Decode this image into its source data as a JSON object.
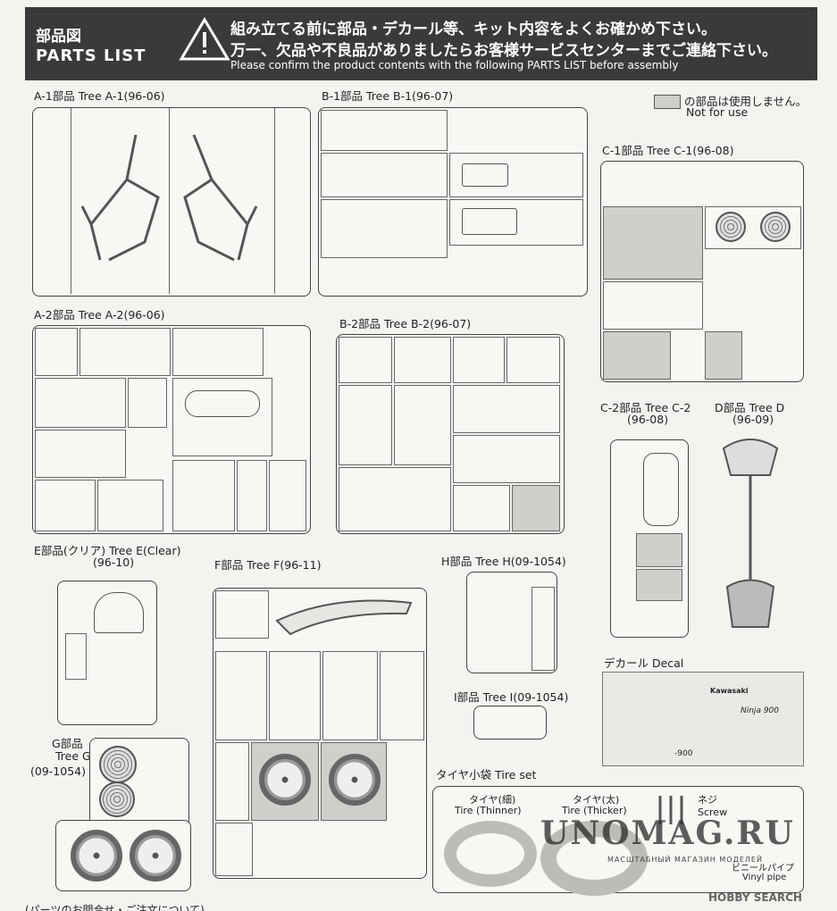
{
  "header": {
    "title_ja": "部品図",
    "title_en": "PARTS LIST",
    "line1": "組み立てる前に部品・デカール等、キット内容をよくお確かめ下さい。",
    "line2": "万一、欠品や不良品がありましたらお客様サービスセンターまでご連絡下さい。",
    "line3": "Please confirm the product contents with the following PARTS LIST before assembly"
  },
  "legend": {
    "ja": "の部品は使用しません。",
    "en": "Not for use"
  },
  "trees": {
    "a1": "A-1部品 Tree A-1(96-06)",
    "a2": "A-2部品 Tree A-2(96-06)",
    "b1": "B-1部品 Tree B-1(96-07)",
    "b2": "B-2部品 Tree B-2(96-07)",
    "c1": "C-1部品 Tree C-1(96-08)",
    "c2": "C-2部品 Tree C-2",
    "c2code": "(96-08)",
    "d": "D部品 Tree D",
    "dcode": "(96-09)",
    "e": "E部品(クリア) Tree E(Clear)",
    "ecode": "(96-10)",
    "f": "F部品 Tree F(96-11)",
    "g": "G部品",
    "g2": "Tree G",
    "gcode": "(09-1054)",
    "h": "H部品 Tree H(09-1054)",
    "i": "I部品 Tree I(09-1054)",
    "decal": "デカール Decal",
    "tireset": "タイヤ小袋 Tire set"
  },
  "tires": {
    "thin_ja": "タイヤ(細)",
    "thin_en": "Tire (Thinner)",
    "thick_ja": "タイヤ(太)",
    "thick_en": "Tire (Thicker)",
    "screw_ja": "ネジ",
    "screw_en": "Screw",
    "vinyl_ja": "ビニールパイプ",
    "vinyl_en": "Vinyl pipe"
  },
  "decal_text": [
    "Ninja 900",
    "Kawasaki",
    "-900"
  ],
  "watermark": {
    "main": "UNOMAG.RU",
    "sub": "МАСШТАБНЫЙ МАГАЗИН МОДЕЛЕЙ",
    "corner": "HOBBY SEARCH"
  },
  "footer": "(パーツのお問合せ・ご注文について)",
  "icons": {
    "warning": "warning-triangle-icon"
  }
}
